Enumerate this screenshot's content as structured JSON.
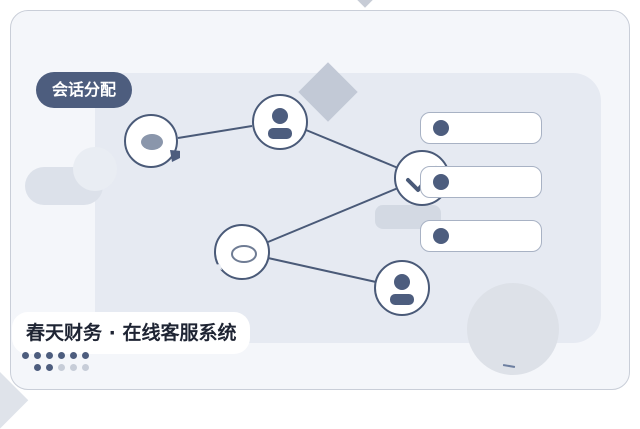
{
  "diagram": {
    "tag_label": "会话分配",
    "footer_title": "春天财务 · 在线客服系统",
    "colors": {
      "primary": "#4d5d7e",
      "line": "#4a5a78",
      "panel": "#e6eaf2",
      "background": "#f4f6fa"
    },
    "nodes": [
      {
        "id": "chat-bubble-a",
        "icon": "chat-bubble-icon"
      },
      {
        "id": "agent-1",
        "icon": "user-icon"
      },
      {
        "id": "hub",
        "icon": "check-icon"
      },
      {
        "id": "chat-bubble-b",
        "icon": "chat-bubble-icon"
      },
      {
        "id": "agent-2",
        "icon": "user-icon"
      }
    ],
    "edges": [
      [
        "chat-bubble-a",
        "agent-1"
      ],
      [
        "agent-1",
        "hub"
      ],
      [
        "chat-bubble-b",
        "hub"
      ],
      [
        "chat-bubble-b",
        "agent-2"
      ]
    ],
    "list_items": 3
  }
}
